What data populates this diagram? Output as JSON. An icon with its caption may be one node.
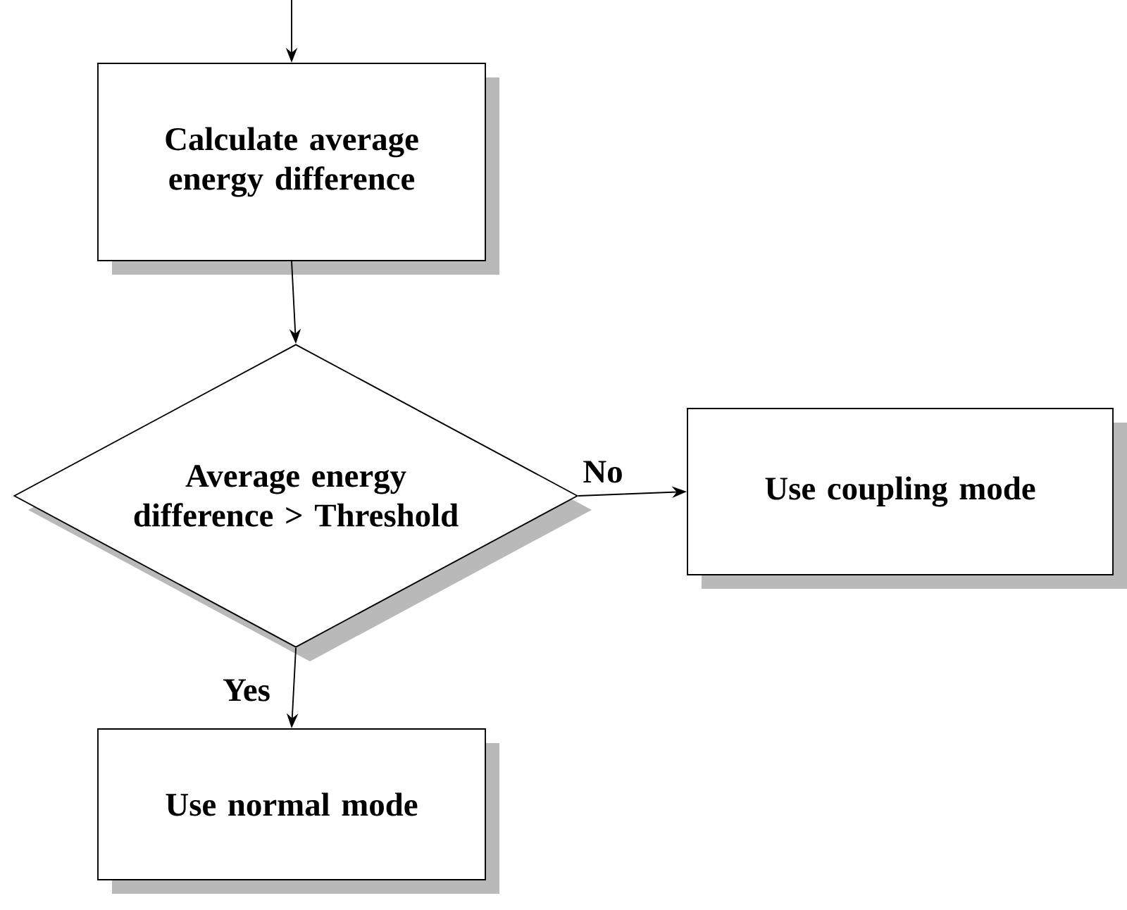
{
  "diagram": {
    "nodes": [
      {
        "text": [
          "Calculate average energy difference"
        ]
      },
      {
        "text": [
          "Average energy difference > Threshold"
        ]
      },
      {
        "text": [
          "Use coupling mode"
        ]
      },
      {
        "text": [
          "Use normal mode"
        ]
      }
    ],
    "edges": [
      {
        "from": null,
        "to": 0,
        "arrow": "to"
      },
      {
        "from": 0,
        "to": 1,
        "arrow": "to"
      },
      {
        "from": 1,
        "to": 2,
        "arrow": "to",
        "label": "No"
      },
      {
        "from": 1,
        "to": 3,
        "arrow": "to",
        "label": "Yes"
      }
    ]
  }
}
